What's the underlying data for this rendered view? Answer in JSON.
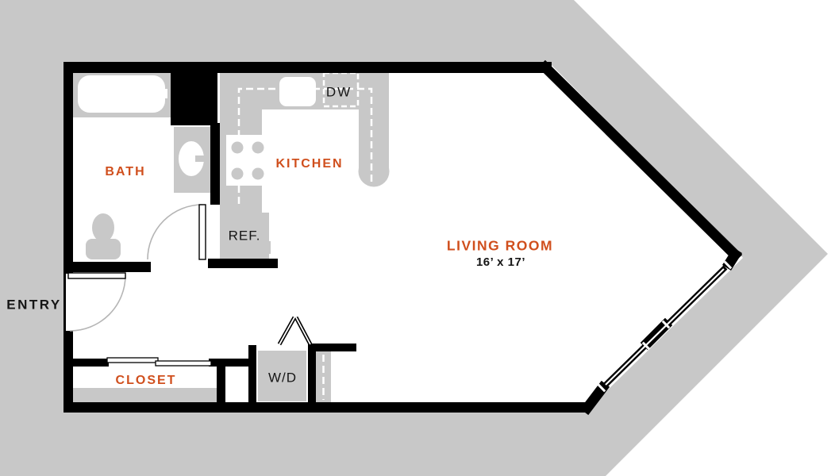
{
  "image_title": "Studio apartment floor plan",
  "labels": {
    "bath": "BATH",
    "kitchen": "KITCHEN",
    "living_room": "LIVING ROOM",
    "living_room_dimensions": "16’ x 17’",
    "entry": "ENTRY",
    "closet": "CLOSET",
    "washer_dryer": "W/D",
    "refrigerator": "REF.",
    "dishwasher": "DW"
  },
  "colors": {
    "background_arrow": "#c8c8c8",
    "wall": "#000000",
    "floor": "#ffffff",
    "fixture": "#c8c8c8",
    "room_label": "#d04f1d",
    "text_dark": "#151515",
    "door_arc": "#b5b5b5",
    "dashed_cabinet": "#ffffff"
  }
}
